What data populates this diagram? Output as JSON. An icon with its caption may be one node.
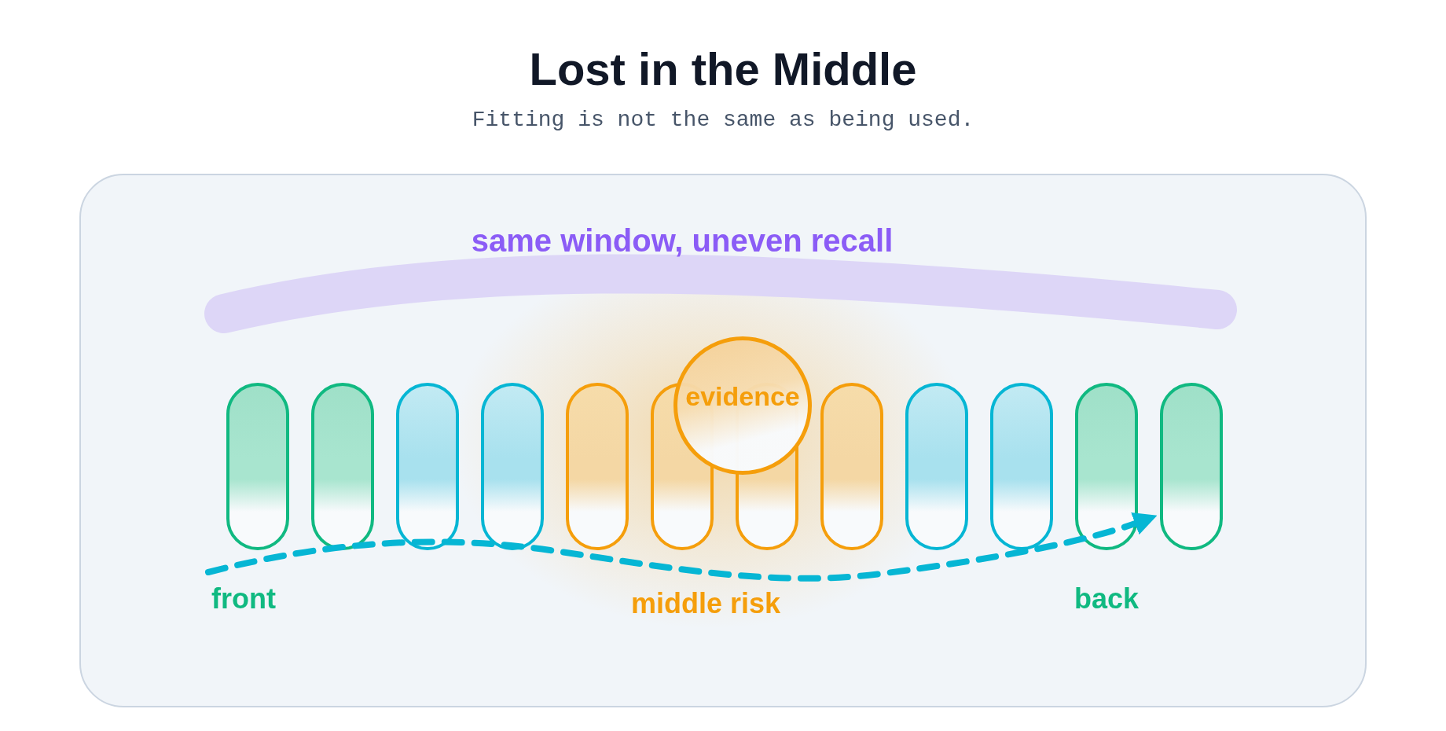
{
  "diagram": {
    "title": "Lost in the Middle",
    "nodes": [
      {
        "text": [],
        "shape": "bar"
      },
      {
        "text": [],
        "shape": "bar"
      },
      {
        "text": [],
        "shape": "bar"
      },
      {
        "text": [],
        "shape": "bar"
      },
      {
        "text": [],
        "shape": "bar"
      },
      {
        "text": [],
        "shape": "bar"
      },
      {
        "text": [],
        "shape": "bar"
      },
      {
        "text": [],
        "shape": "bar"
      },
      {
        "text": [],
        "shape": "bar"
      },
      {
        "text": [],
        "shape": "bar"
      },
      {
        "text": [],
        "shape": "bar"
      },
      {
        "text": [],
        "shape": "bar"
      },
      {
        "text": [],
        "shape": "circle"
      }
    ],
    "labels": [
      "Fitting is not the same as being used.",
      "same window, uneven recall",
      "evidence",
      "front",
      "middle risk",
      "back"
    ]
  }
}
